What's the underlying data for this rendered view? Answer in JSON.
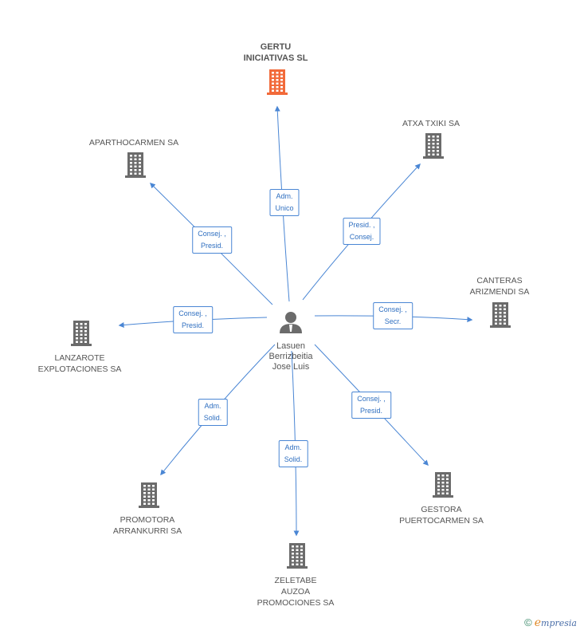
{
  "colors": {
    "edge": "#4a86d4",
    "building": "#6b6b6b",
    "building_main": "#f26a3a",
    "person": "#6b6b6b"
  },
  "center": {
    "name": "Lasuen\nBerrizbeitia\nJose Luis",
    "icon": "person-icon"
  },
  "companies": [
    {
      "id": "gertu",
      "name": "GERTU\nINICIATIVAS SL",
      "main": true,
      "icon": "building-icon"
    },
    {
      "id": "atxa",
      "name": "ATXA TXIKI SA",
      "main": false,
      "icon": "building-icon"
    },
    {
      "id": "aparthocarmen",
      "name": "APARTHOCARMEN SA",
      "main": false,
      "icon": "building-icon"
    },
    {
      "id": "canteras",
      "name": "CANTERAS\nARIZMENDI SA",
      "main": false,
      "icon": "building-icon"
    },
    {
      "id": "lanzarote",
      "name": "LANZAROTE\nEXPLOTACIONES SA",
      "main": false,
      "icon": "building-icon"
    },
    {
      "id": "gestora",
      "name": "GESTORA\nPUERTOCARMEN SA",
      "main": false,
      "icon": "building-icon"
    },
    {
      "id": "promotora",
      "name": "PROMOTORA\nARRANKURRI SA",
      "main": false,
      "icon": "building-icon"
    },
    {
      "id": "zeletabe",
      "name": "ZELETABE\nAUZOA\nPROMOCIONES SA",
      "main": false,
      "icon": "building-icon"
    }
  ],
  "relations": [
    {
      "to": "gertu",
      "label": "Adm.\nUnico"
    },
    {
      "to": "atxa",
      "label": "Presid. ,\nConsej."
    },
    {
      "to": "aparthocarmen",
      "label": "Consej. ,\nPresid."
    },
    {
      "to": "canteras",
      "label": "Consej. ,\nSecr."
    },
    {
      "to": "lanzarote",
      "label": "Consej. ,\nPresid."
    },
    {
      "to": "gestora",
      "label": "Consej. ,\nPresid."
    },
    {
      "to": "promotora",
      "label": "Adm.\nSolid."
    },
    {
      "to": "zeletabe",
      "label": "Adm.\nSolid."
    }
  ],
  "brand": {
    "copyright": "©",
    "e": "e",
    "rest": "mpresia"
  }
}
